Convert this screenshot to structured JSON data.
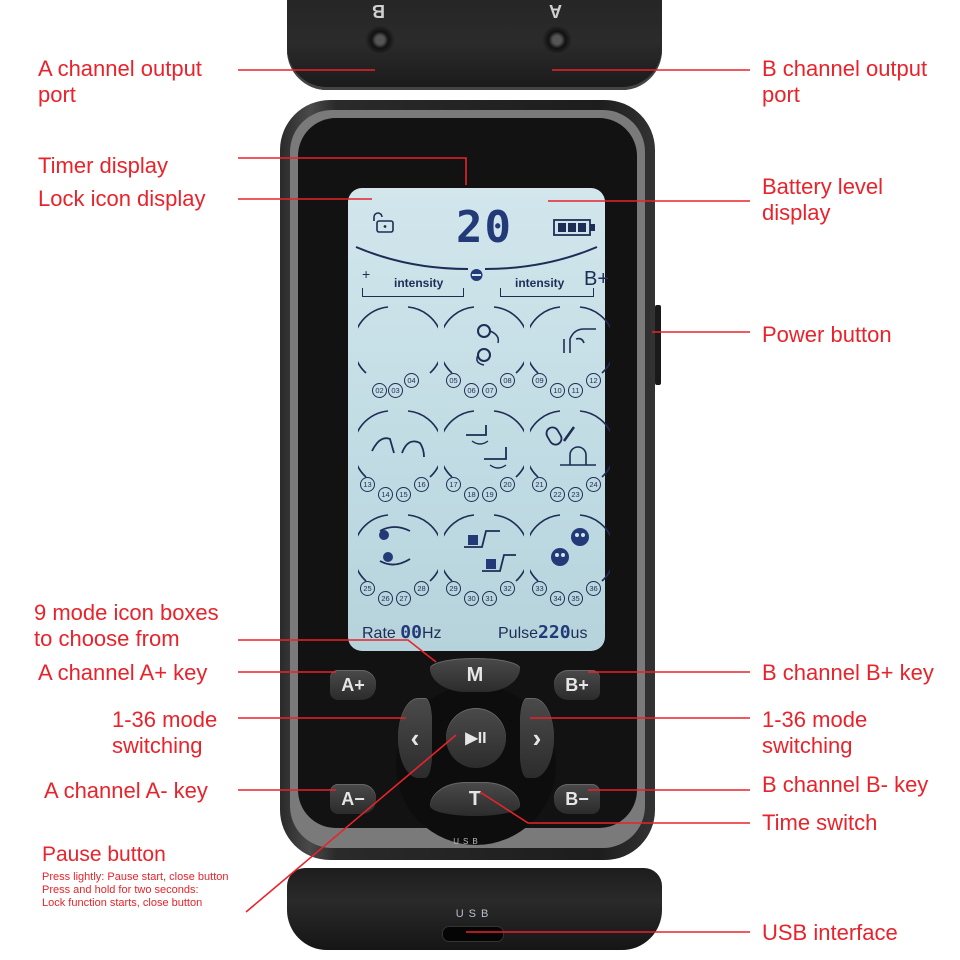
{
  "device": {
    "top_port_labels": [
      "B",
      "A"
    ],
    "lcd": {
      "timer": "20",
      "minus_symbol": "−",
      "intensity_left": "intensity",
      "intensity_right": "intensity",
      "plus_left": "+",
      "b_plus": "B+",
      "mode_numbers": [
        [
          "02",
          "03",
          "04"
        ],
        [
          "05",
          "06",
          "07",
          "08"
        ],
        [
          "09",
          "10",
          "11",
          "12"
        ],
        [
          "13",
          "14",
          "15",
          "16"
        ],
        [
          "17",
          "18",
          "19",
          "20"
        ],
        [
          "21",
          "22",
          "23",
          "24"
        ],
        [
          "25",
          "26",
          "27",
          "28"
        ],
        [
          "29",
          "30",
          "31",
          "32"
        ],
        [
          "33",
          "34",
          "35",
          "36"
        ]
      ],
      "rate_label": "Rate",
      "rate_value": "00",
      "rate_unit": "Hz",
      "pulse_label": "Pulse",
      "pulse_value": "220",
      "pulse_unit": "us"
    },
    "keys": {
      "a_plus": "A+",
      "a_minus": "A−",
      "b_plus": "B+",
      "b_minus": "B−",
      "mode": "M",
      "time": "T",
      "left": "‹",
      "right": "›",
      "play_pause": "▶II"
    },
    "body_usb_text": "USB",
    "bottom_usb_label": "USB"
  },
  "callouts": {
    "a_output_port": "A channel output\nport",
    "b_output_port": "B channel output\nport",
    "timer_display": "Timer display",
    "lock_icon_display": "Lock icon display",
    "battery_display": "Battery level\ndisplay",
    "power_button": "Power button",
    "mode_icon_boxes": "9 mode icon boxes\nto choose from",
    "a_plus_key": "A channel A+ key",
    "b_plus_key": "B channel B+ key",
    "mode_switch_left": "1-36 mode\nswitching",
    "mode_switch_right": "1-36 mode\nswitching",
    "a_minus_key": "A channel A- key",
    "b_minus_key": "B channel B- key",
    "time_switch": "Time switch",
    "pause_button": "Pause button",
    "pause_note_1": "Press lightly: Pause start, close button",
    "pause_note_2": "Press and hold for two seconds:",
    "pause_note_3": "Lock function starts, close button",
    "usb_interface": "USB interface"
  },
  "colors": {
    "callout_red": "#e8232b",
    "lcd_background": "#c8e0e7",
    "lcd_ink": "#1e2d55"
  }
}
